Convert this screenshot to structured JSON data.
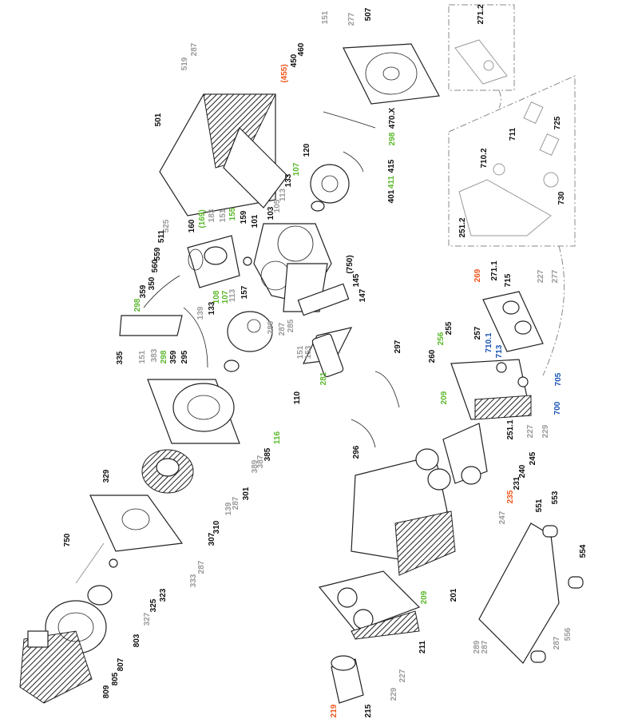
{
  "palette": {
    "black": "#111111",
    "gray": "#9a9a9a",
    "green": "#5bb82b",
    "orange": "#f0561c",
    "blue": "#1c55b5"
  },
  "labels": [
    {
      "text": "151",
      "color": "gray"
    },
    {
      "text": "277",
      "color": "gray"
    },
    {
      "text": "507",
      "color": "black"
    },
    {
      "text": "287",
      "color": "gray"
    },
    {
      "text": "519",
      "color": "gray"
    },
    {
      "text": "460",
      "color": "black"
    },
    {
      "text": "450",
      "color": "black"
    },
    {
      "text": "(455)",
      "color": "orange"
    },
    {
      "text": "470.X",
      "color": "black"
    },
    {
      "text": "298",
      "color": "green"
    },
    {
      "text": "501",
      "color": "black"
    },
    {
      "text": "120",
      "color": "black"
    },
    {
      "text": "107",
      "color": "green"
    },
    {
      "text": "133",
      "color": "black"
    },
    {
      "text": "113",
      "color": "gray"
    },
    {
      "text": "105",
      "color": "gray"
    },
    {
      "text": "415",
      "color": "black"
    },
    {
      "text": "411",
      "color": "green"
    },
    {
      "text": "401",
      "color": "black"
    },
    {
      "text": "271.2",
      "color": "black"
    },
    {
      "text": "711",
      "color": "black"
    },
    {
      "text": "725",
      "color": "black"
    },
    {
      "text": "710.2",
      "color": "black"
    },
    {
      "text": "730",
      "color": "black"
    },
    {
      "text": "251.2",
      "color": "black"
    },
    {
      "text": "525",
      "color": "gray"
    },
    {
      "text": "160",
      "color": "black"
    },
    {
      "text": "(169)",
      "color": "green"
    },
    {
      "text": "183",
      "color": "gray"
    },
    {
      "text": "151",
      "color": "gray"
    },
    {
      "text": "155",
      "color": "green"
    },
    {
      "text": "159",
      "color": "black"
    },
    {
      "text": "101",
      "color": "black"
    },
    {
      "text": "103",
      "color": "black"
    },
    {
      "text": "511",
      "color": "black"
    },
    {
      "text": "559",
      "color": "black"
    },
    {
      "text": "560",
      "color": "black"
    },
    {
      "text": "350",
      "color": "black"
    },
    {
      "text": "359",
      "color": "black"
    },
    {
      "text": "298",
      "color": "green"
    },
    {
      "text": "(750)",
      "color": "black"
    },
    {
      "text": "145",
      "color": "black"
    },
    {
      "text": "147",
      "color": "black"
    },
    {
      "text": "108",
      "color": "green"
    },
    {
      "text": "107",
      "color": "green"
    },
    {
      "text": "113",
      "color": "gray"
    },
    {
      "text": "157",
      "color": "black"
    },
    {
      "text": "133",
      "color": "black"
    },
    {
      "text": "139",
      "color": "gray"
    },
    {
      "text": "289",
      "color": "gray"
    },
    {
      "text": "287",
      "color": "gray"
    },
    {
      "text": "285",
      "color": "gray"
    },
    {
      "text": "269",
      "color": "orange"
    },
    {
      "text": "271.1",
      "color": "black"
    },
    {
      "text": "715",
      "color": "black"
    },
    {
      "text": "227",
      "color": "gray"
    },
    {
      "text": "277",
      "color": "gray"
    },
    {
      "text": "335",
      "color": "black"
    },
    {
      "text": "151",
      "color": "gray"
    },
    {
      "text": "383",
      "color": "gray"
    },
    {
      "text": "298",
      "color": "green"
    },
    {
      "text": "359",
      "color": "black"
    },
    {
      "text": "295",
      "color": "black"
    },
    {
      "text": "151",
      "color": "gray"
    },
    {
      "text": "153",
      "color": "gray"
    },
    {
      "text": "297",
      "color": "black"
    },
    {
      "text": "281",
      "color": "green"
    },
    {
      "text": "110",
      "color": "black"
    },
    {
      "text": "260",
      "color": "black"
    },
    {
      "text": "256",
      "color": "green"
    },
    {
      "text": "255",
      "color": "black"
    },
    {
      "text": "257",
      "color": "black"
    },
    {
      "text": "710.1",
      "color": "blue"
    },
    {
      "text": "713",
      "color": "blue"
    },
    {
      "text": "209",
      "color": "green"
    },
    {
      "text": "705",
      "color": "blue"
    },
    {
      "text": "700",
      "color": "blue"
    },
    {
      "text": "251.1",
      "color": "black"
    },
    {
      "text": "227",
      "color": "gray"
    },
    {
      "text": "229",
      "color": "gray"
    },
    {
      "text": "116",
      "color": "green"
    },
    {
      "text": "385",
      "color": "black"
    },
    {
      "text": "387",
      "color": "gray"
    },
    {
      "text": "389",
      "color": "gray"
    },
    {
      "text": "296",
      "color": "black"
    },
    {
      "text": "245",
      "color": "black"
    },
    {
      "text": "240",
      "color": "black"
    },
    {
      "text": "231",
      "color": "black"
    },
    {
      "text": "235",
      "color": "orange"
    },
    {
      "text": "247",
      "color": "gray"
    },
    {
      "text": "329",
      "color": "black"
    },
    {
      "text": "301",
      "color": "black"
    },
    {
      "text": "310",
      "color": "black"
    },
    {
      "text": "307",
      "color": "black"
    },
    {
      "text": "139",
      "color": "gray"
    },
    {
      "text": "287",
      "color": "gray"
    },
    {
      "text": "551",
      "color": "black"
    },
    {
      "text": "553",
      "color": "black"
    },
    {
      "text": "554",
      "color": "black"
    },
    {
      "text": "750",
      "color": "black"
    },
    {
      "text": "287",
      "color": "gray"
    },
    {
      "text": "333",
      "color": "gray"
    },
    {
      "text": "323",
      "color": "black"
    },
    {
      "text": "325",
      "color": "black"
    },
    {
      "text": "327",
      "color": "gray"
    },
    {
      "text": "201",
      "color": "black"
    },
    {
      "text": "209",
      "color": "green"
    },
    {
      "text": "211",
      "color": "black"
    },
    {
      "text": "803",
      "color": "black"
    },
    {
      "text": "807",
      "color": "black"
    },
    {
      "text": "805",
      "color": "black"
    },
    {
      "text": "809",
      "color": "black"
    },
    {
      "text": "289",
      "color": "gray"
    },
    {
      "text": "287",
      "color": "gray"
    },
    {
      "text": "287",
      "color": "gray"
    },
    {
      "text": "556",
      "color": "gray"
    },
    {
      "text": "227",
      "color": "gray"
    },
    {
      "text": "229",
      "color": "gray"
    },
    {
      "text": "219",
      "color": "orange"
    },
    {
      "text": "215",
      "color": "black"
    }
  ]
}
